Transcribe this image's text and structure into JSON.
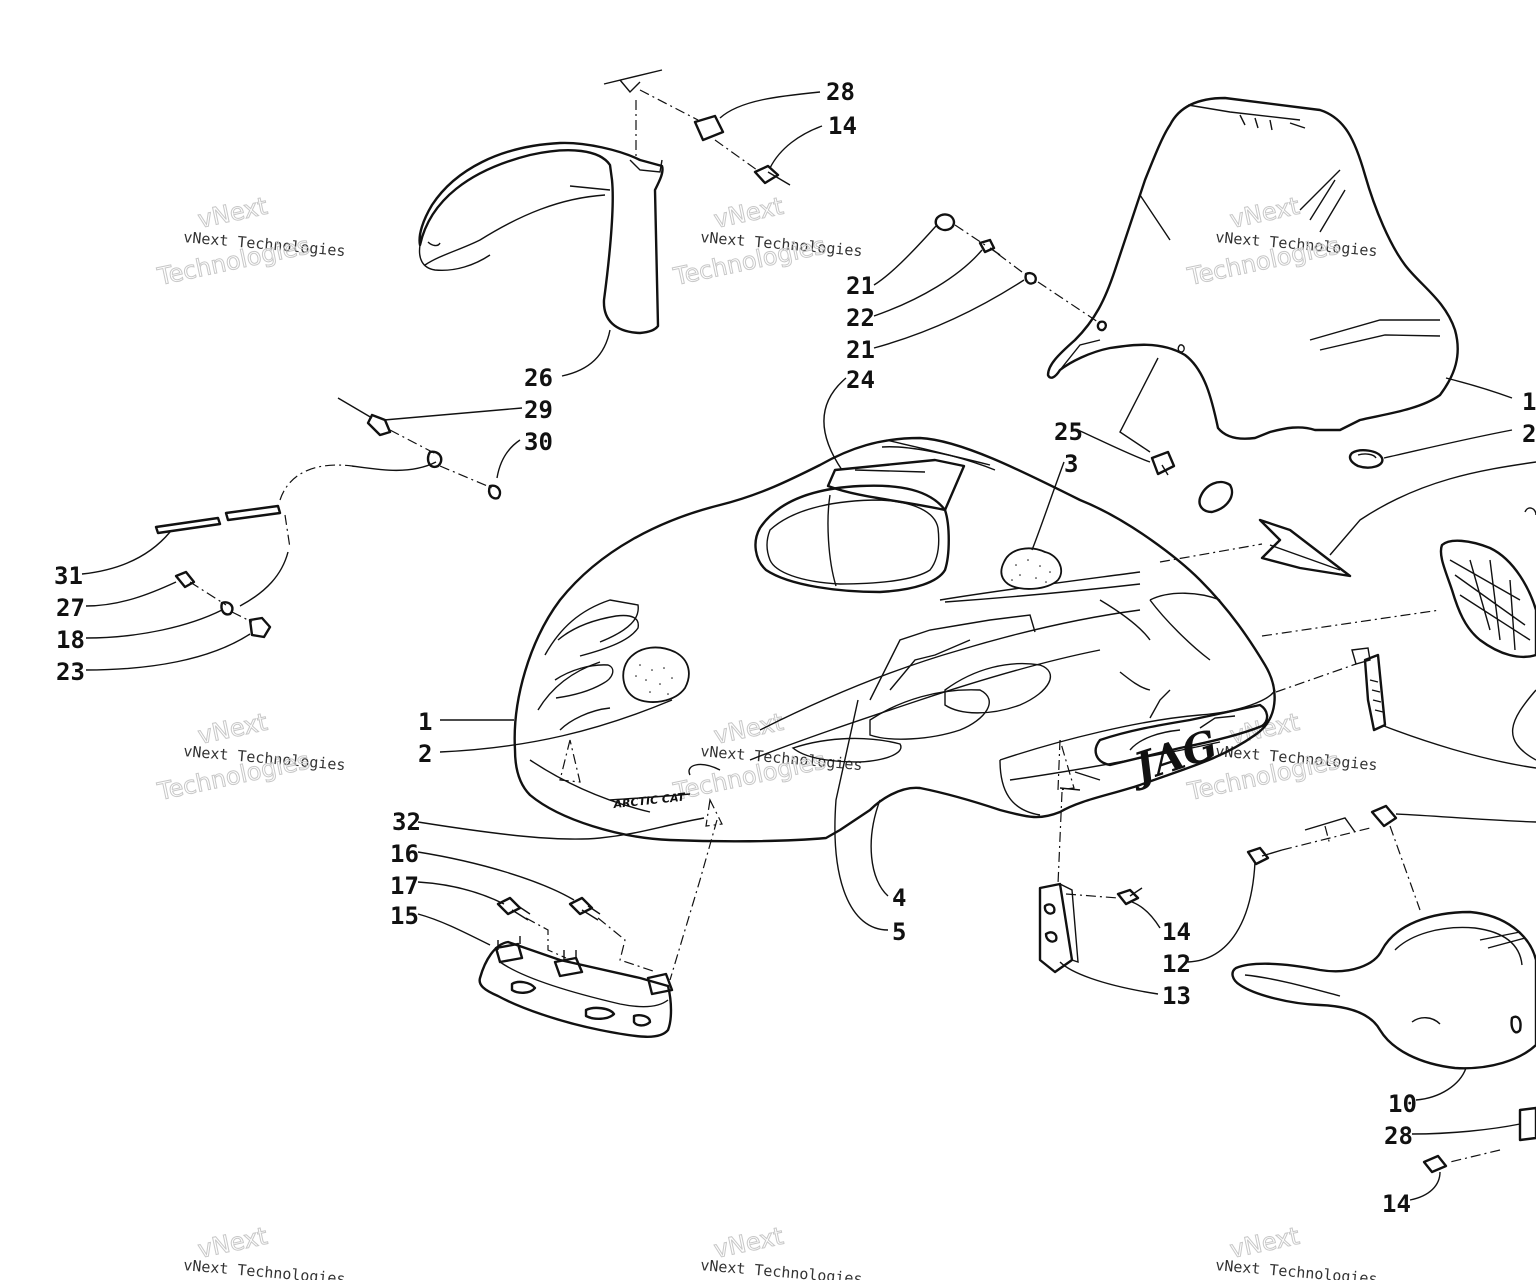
{
  "watermark": {
    "line1": "vNext Technologies",
    "line2": "vNext",
    "line3": "Technologies"
  },
  "brand_decal": "ARCTIC CAT",
  "model_decal": "JAG",
  "callouts": [
    {
      "id": "c28a",
      "text": "28"
    },
    {
      "id": "c14a",
      "text": "14"
    },
    {
      "id": "c26",
      "text": "26"
    },
    {
      "id": "c29",
      "text": "29"
    },
    {
      "id": "c30",
      "text": "30"
    },
    {
      "id": "c31",
      "text": "31"
    },
    {
      "id": "c27",
      "text": "27"
    },
    {
      "id": "c18",
      "text": "18"
    },
    {
      "id": "c23",
      "text": "23"
    },
    {
      "id": "c21a",
      "text": "21"
    },
    {
      "id": "c22",
      "text": "22"
    },
    {
      "id": "c21b",
      "text": "21"
    },
    {
      "id": "c24",
      "text": "24"
    },
    {
      "id": "c25",
      "text": "25"
    },
    {
      "id": "c3",
      "text": "3"
    },
    {
      "id": "c1",
      "text": "1"
    },
    {
      "id": "c2",
      "text": "2"
    },
    {
      "id": "c32",
      "text": "32"
    },
    {
      "id": "c16",
      "text": "16"
    },
    {
      "id": "c17",
      "text": "17"
    },
    {
      "id": "c15",
      "text": "15"
    },
    {
      "id": "c4",
      "text": "4"
    },
    {
      "id": "c5",
      "text": "5"
    },
    {
      "id": "c14b",
      "text": "14"
    },
    {
      "id": "c12",
      "text": "12"
    },
    {
      "id": "c13",
      "text": "13"
    },
    {
      "id": "c10",
      "text": "10"
    },
    {
      "id": "c28b",
      "text": "28"
    },
    {
      "id": "c14c",
      "text": "14"
    },
    {
      "id": "c1r",
      "text": "1"
    },
    {
      "id": "c2r",
      "text": "2"
    }
  ]
}
